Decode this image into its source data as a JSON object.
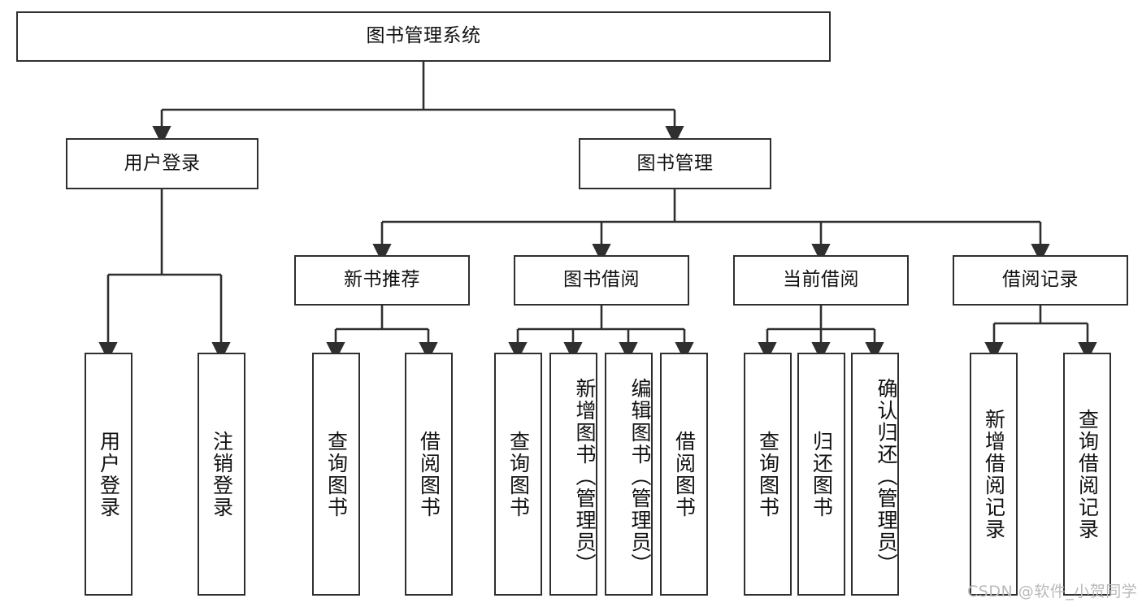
{
  "diagram": {
    "title": "图书管理系统",
    "type": "tree-hierarchy-diagram",
    "root": {
      "id": "root",
      "label": "图书管理系统"
    },
    "level1": [
      {
        "id": "user-login",
        "label": "用户登录"
      },
      {
        "id": "book-management",
        "label": "图书管理"
      }
    ],
    "level2": [
      {
        "id": "new-book-recommend",
        "label": "新书推荐",
        "parent": "book-management"
      },
      {
        "id": "book-borrow",
        "label": "图书借阅",
        "parent": "book-management"
      },
      {
        "id": "current-borrow",
        "label": "当前借阅",
        "parent": "book-management"
      },
      {
        "id": "borrow-record",
        "label": "借阅记录",
        "parent": "book-management"
      }
    ],
    "leaves": {
      "user_login": [
        {
          "id": "leaf-user-login",
          "label": "用户登录"
        },
        {
          "id": "leaf-user-logout",
          "label": "注销登录"
        }
      ],
      "new_book_recommend": [
        {
          "id": "leaf-query-book-1",
          "label": "查询图书"
        },
        {
          "id": "leaf-borrow-book-1",
          "label": "借阅图书"
        }
      ],
      "book_borrow": [
        {
          "id": "leaf-query-book-2",
          "label": "查询图书"
        },
        {
          "id": "leaf-add-book",
          "label": "新增图书（管理员）"
        },
        {
          "id": "leaf-edit-book",
          "label": "编辑图书（管理员）"
        },
        {
          "id": "leaf-borrow-book-2",
          "label": "借阅图书"
        }
      ],
      "current_borrow": [
        {
          "id": "leaf-query-book-3",
          "label": "查询图书"
        },
        {
          "id": "leaf-return-book",
          "label": "归还图书"
        },
        {
          "id": "leaf-confirm-return",
          "label": "确认归还（管理员）"
        }
      ],
      "borrow_record": [
        {
          "id": "leaf-add-record",
          "label": "新增借阅记录"
        },
        {
          "id": "leaf-query-record",
          "label": "查询借阅记录"
        }
      ]
    },
    "colors": {
      "stroke": "#2f2f2f",
      "fill": "#ffffff",
      "text": "#111111",
      "watermark": "#b9b9b9"
    }
  },
  "watermark": {
    "text": "CSDN @软件_小贺同学"
  }
}
